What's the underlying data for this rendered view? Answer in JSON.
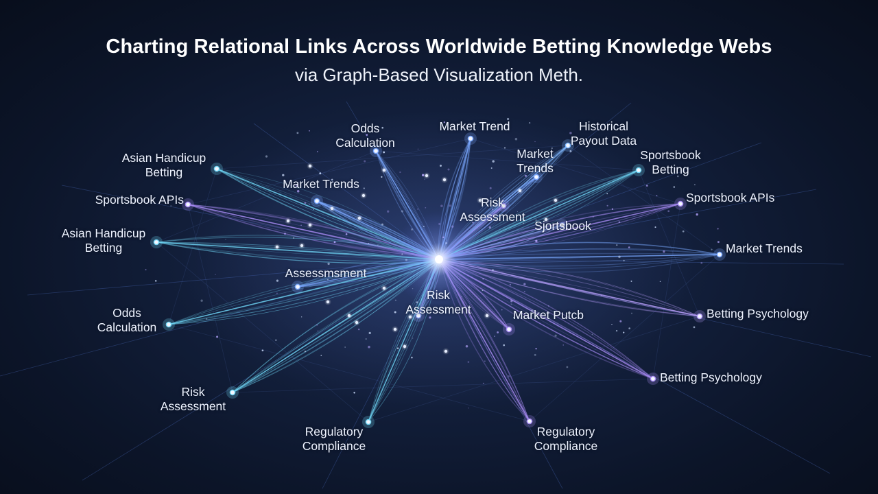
{
  "title": "Charting Relational Links Across Worldwide Betting Knowledge Webs",
  "subtitle": "via Graph-Based Visualization Meth.",
  "colors": {
    "background": "#0c1426",
    "hub_glow": "#ffffff",
    "link_blue": "#5a8ae6",
    "link_cyan": "#5fd1f0",
    "link_purple": "#9a82ea",
    "label_text": "#eef3ff"
  },
  "graph": {
    "hub": {
      "id": "hub",
      "label": ""
    },
    "nodes": [
      {
        "id": "odds-calculation-top",
        "label": "Odds\nCalculation",
        "color": "#7aa8ff"
      },
      {
        "id": "market-trend-top",
        "label": "Market Trend",
        "color": "#7aa8ff"
      },
      {
        "id": "historical-payout-data",
        "label": "Historical\nPayout Data",
        "color": "#7fb8ff"
      },
      {
        "id": "market-trends-upper-right",
        "label": "Market\nTrends",
        "color": "#7aa8ff"
      },
      {
        "id": "sportsbook-betting",
        "label": "Sportsbook\nBetting",
        "color": "#6fd6f5"
      },
      {
        "id": "asian-handicup-betting-upper",
        "label": "Asian Handicup\nBetting",
        "color": "#6fd6f5"
      },
      {
        "id": "market-trends-inner-left",
        "label": "Market Trends",
        "color": "#7aa8ff"
      },
      {
        "id": "sportsbook-apis-left",
        "label": "Sportsbook APIs",
        "color": "#a98cf5"
      },
      {
        "id": "sportsbook-apis-right",
        "label": "Sportsbook APIs",
        "color": "#a98cf5"
      },
      {
        "id": "risk-assessment-inner-upper",
        "label": "Risk\nAssessment",
        "color": "#9a8cf0"
      },
      {
        "id": "sjortsbook",
        "label": "Sjortsbook",
        "color": "#8aa0f0"
      },
      {
        "id": "asian-handicup-betting-lower",
        "label": "Asian Handicup\nBetting",
        "color": "#6fd6f5"
      },
      {
        "id": "market-trends-right",
        "label": "Market Trends",
        "color": "#7aa8ff"
      },
      {
        "id": "assessmsment",
        "label": "Assessmsment",
        "color": "#7aa8ff"
      },
      {
        "id": "risk-assessment-center",
        "label": "Risk\nAssessment",
        "color": "#8a9cf0"
      },
      {
        "id": "market-putcb",
        "label": "Market Putcb",
        "color": "#a98cf5"
      },
      {
        "id": "betting-psychology-upper",
        "label": "Betting Psychology",
        "color": "#b49cf7"
      },
      {
        "id": "odds-calculation-left",
        "label": "Odds\nCalculation",
        "color": "#6fd6f5"
      },
      {
        "id": "betting-psychology-lower",
        "label": "Betting Psychology",
        "color": "#a98cf5"
      },
      {
        "id": "risk-assessment-lower-left",
        "label": "Risk\nAssessment",
        "color": "#6fd6f5"
      },
      {
        "id": "regulatory-compliance-left",
        "label": "Regulatory\nCompliance",
        "color": "#6fd6f5"
      },
      {
        "id": "regulatory-compliance-right",
        "label": "Regulatory\nCompliance",
        "color": "#a98cf5"
      }
    ]
  }
}
